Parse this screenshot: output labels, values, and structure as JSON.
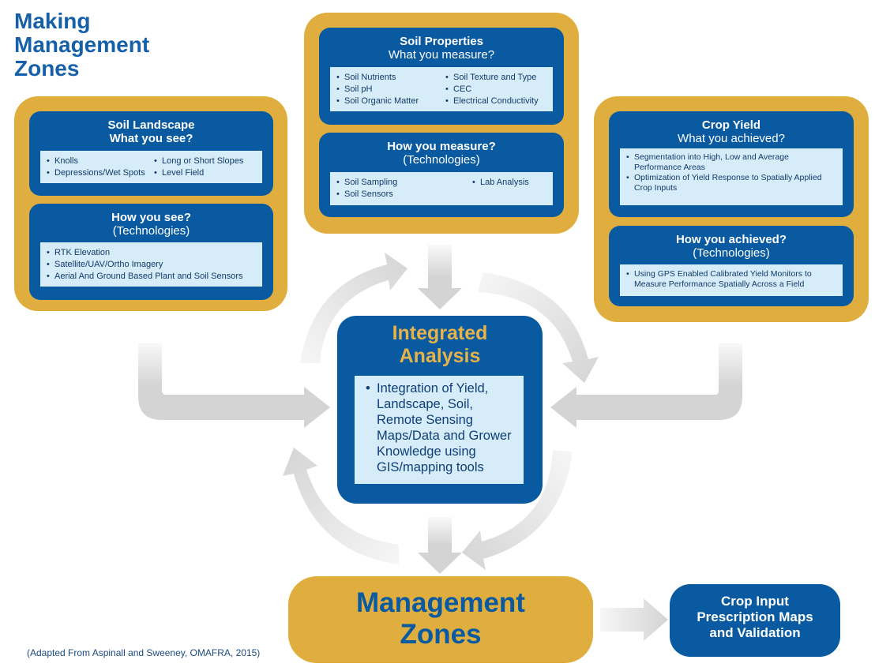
{
  "title": [
    "Making",
    "Management",
    "Zones"
  ],
  "soil_landscape": {
    "heading": "Soil Landscape",
    "subheading": "What you see?",
    "items_left": [
      "Knolls",
      "Depressions/Wet Spots"
    ],
    "items_right": [
      "Long or Short Slopes",
      "Level Field"
    ],
    "tech_heading": "How you see?",
    "tech_subheading": "(Technologies)",
    "tech_items": [
      "RTK Elevation",
      "Satellite/UAV/Ortho Imagery",
      "Aerial And Ground Based Plant and Soil Sensors"
    ]
  },
  "soil_properties": {
    "heading": "Soil Properties",
    "subheading": "What you measure?",
    "items_left": [
      "Soil Nutrients",
      "Soil pH",
      "Soil Organic Matter"
    ],
    "items_right": [
      "Soil Texture and Type",
      "CEC",
      "Electrical Conductivity"
    ],
    "tech_heading": "How you measure?",
    "tech_subheading": "(Technologies)",
    "tech_items_left": [
      "Soil Sampling",
      "Soil Sensors"
    ],
    "tech_items_right": [
      "Lab Analysis"
    ]
  },
  "crop_yield": {
    "heading": "Crop Yield",
    "subheading": "What you achieved?",
    "items": [
      "Segmentation into High, Low and Average Performance Areas",
      "Optimization of Yield Response to Spatially Applied Crop Inputs"
    ],
    "tech_heading": "How you achieved?",
    "tech_subheading": "(Technologies)",
    "tech_items": [
      "Using GPS Enabled Calibrated Yield Monitors to Measure Performance Spatially Across a Field"
    ]
  },
  "integrated_analysis": {
    "title": [
      "Integrated",
      "Analysis"
    ],
    "items": [
      "Integration of Yield, Landscape, Soil, Remote Sensing Maps/Data and Grower Knowledge using GIS/mapping tools"
    ]
  },
  "management_zones": {
    "title": [
      "Management",
      "Zones"
    ]
  },
  "crop_input": {
    "title": [
      "Crop Input",
      "Prescription Maps",
      "and Validation"
    ]
  },
  "source_note": "(Adapted From Aspinall and Sweeney, OMAFRA, 2015)",
  "colors": {
    "gold": "#dfae3f",
    "blue": "#0a5aa1",
    "light_blue": "#d6ecf8",
    "arrow_gray": "#d4d4d4"
  }
}
